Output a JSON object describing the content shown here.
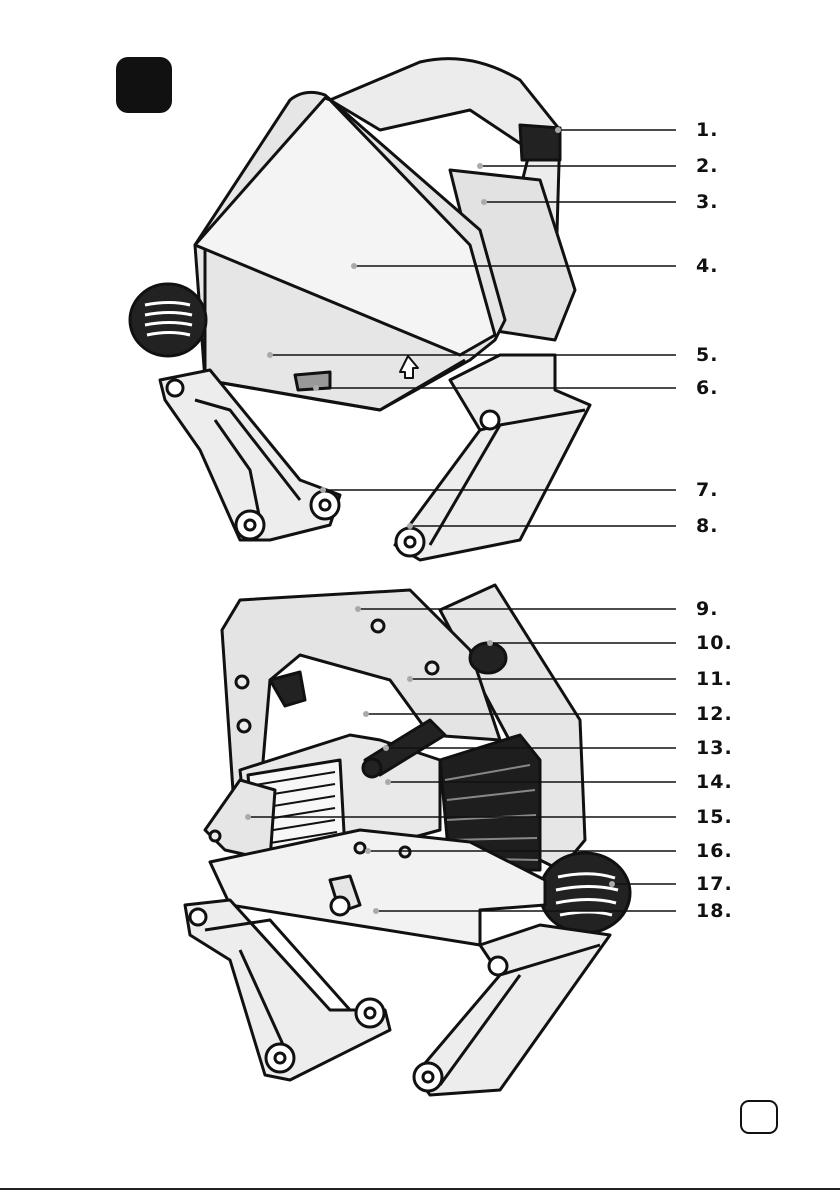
{
  "labels": [
    "1.",
    "2.",
    "3.",
    "4.",
    "5.",
    "6.",
    "7.",
    "8.",
    "9.",
    "10.",
    "11.",
    "12.",
    "13.",
    "14.",
    "15.",
    "16.",
    "17.",
    "18."
  ],
  "colors": {
    "ink": "#111111",
    "body_grey": "#e6e6e6",
    "dark_grey": "#bdbdbd",
    "background": "#ffffff"
  }
}
